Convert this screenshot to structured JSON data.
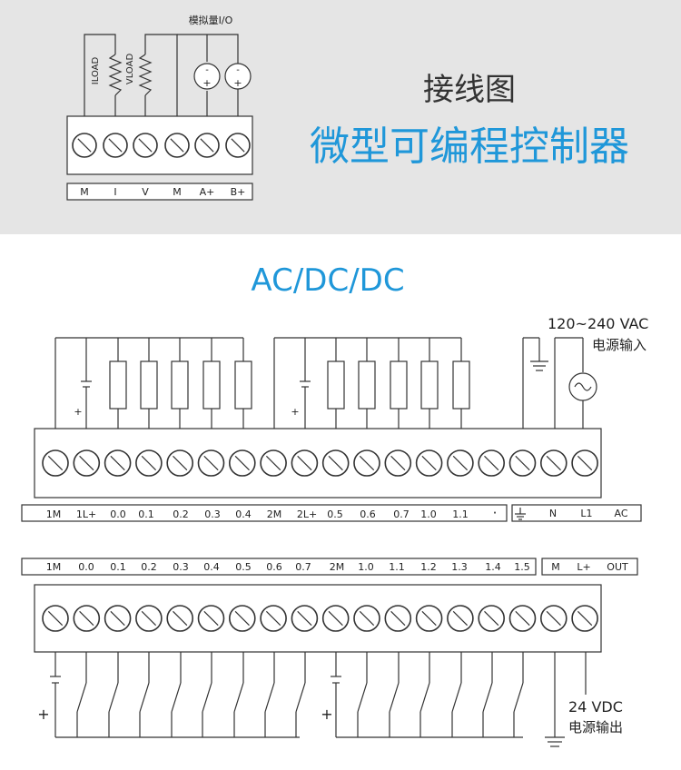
{
  "header": {
    "subtitle": "接线图",
    "title": "微型可编程控制器",
    "analog_label": "模拟量I/O",
    "load_labels": [
      "ILOAD",
      "VLOAD"
    ],
    "polarity_minus": "-",
    "polarity_plus": "+",
    "analog_terminals": [
      "M",
      "I",
      "V",
      "M",
      "A+",
      "B+"
    ]
  },
  "section": {
    "title": "AC/DC/DC"
  },
  "output_block": {
    "terminals": [
      "1M",
      "1L+",
      "0.0",
      "0.1",
      "0.2",
      "0.3",
      "0.4",
      "2M",
      "2L+",
      "0.5",
      "0.6",
      "0.7",
      "1.0",
      "1.1"
    ],
    "separator": "·",
    "power_terminals": [
      "N",
      "L1",
      "AC"
    ],
    "plus_sign": "+",
    "supply_voltage": "120~240 VAC",
    "supply_label": "电源输入"
  },
  "input_block": {
    "terminals": [
      "1M",
      "0.0",
      "0.1",
      "0.2",
      "0.3",
      "0.4",
      "0.5",
      "0.6",
      "0.7",
      "2M",
      "1.0",
      "1.1",
      "1.2",
      "1.3",
      "1.4",
      "1.5"
    ],
    "power_terminals": [
      "M",
      "L+",
      "OUT"
    ],
    "plus_sign": "+",
    "dc_voltage": "24 VDC",
    "dc_label": "电源输出"
  }
}
